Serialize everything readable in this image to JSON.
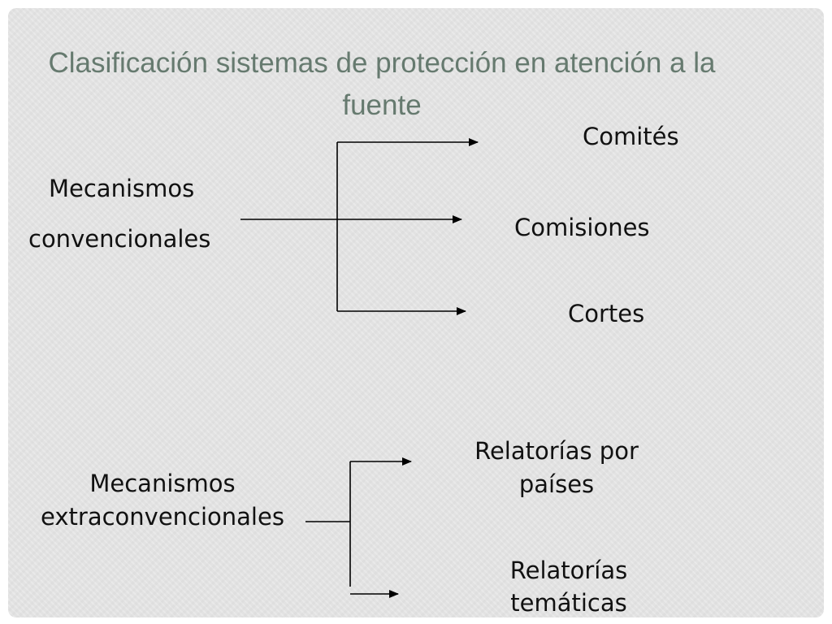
{
  "slide": {
    "title": "Clasificación sistemas de protección en atención a la fuente"
  },
  "conventional": {
    "source_line1": "Mecanismos",
    "source_line2": "convencionales",
    "targets": [
      "Comités",
      "Comisiones",
      "Cortes"
    ]
  },
  "extraconventional": {
    "source_line1": "Mecanismos",
    "source_line2": "extraconvencionales",
    "target1_line1": "Relatorías por",
    "target1_line2": "países",
    "target2_line1": "Relatorías",
    "target2_line2": "temáticas"
  }
}
